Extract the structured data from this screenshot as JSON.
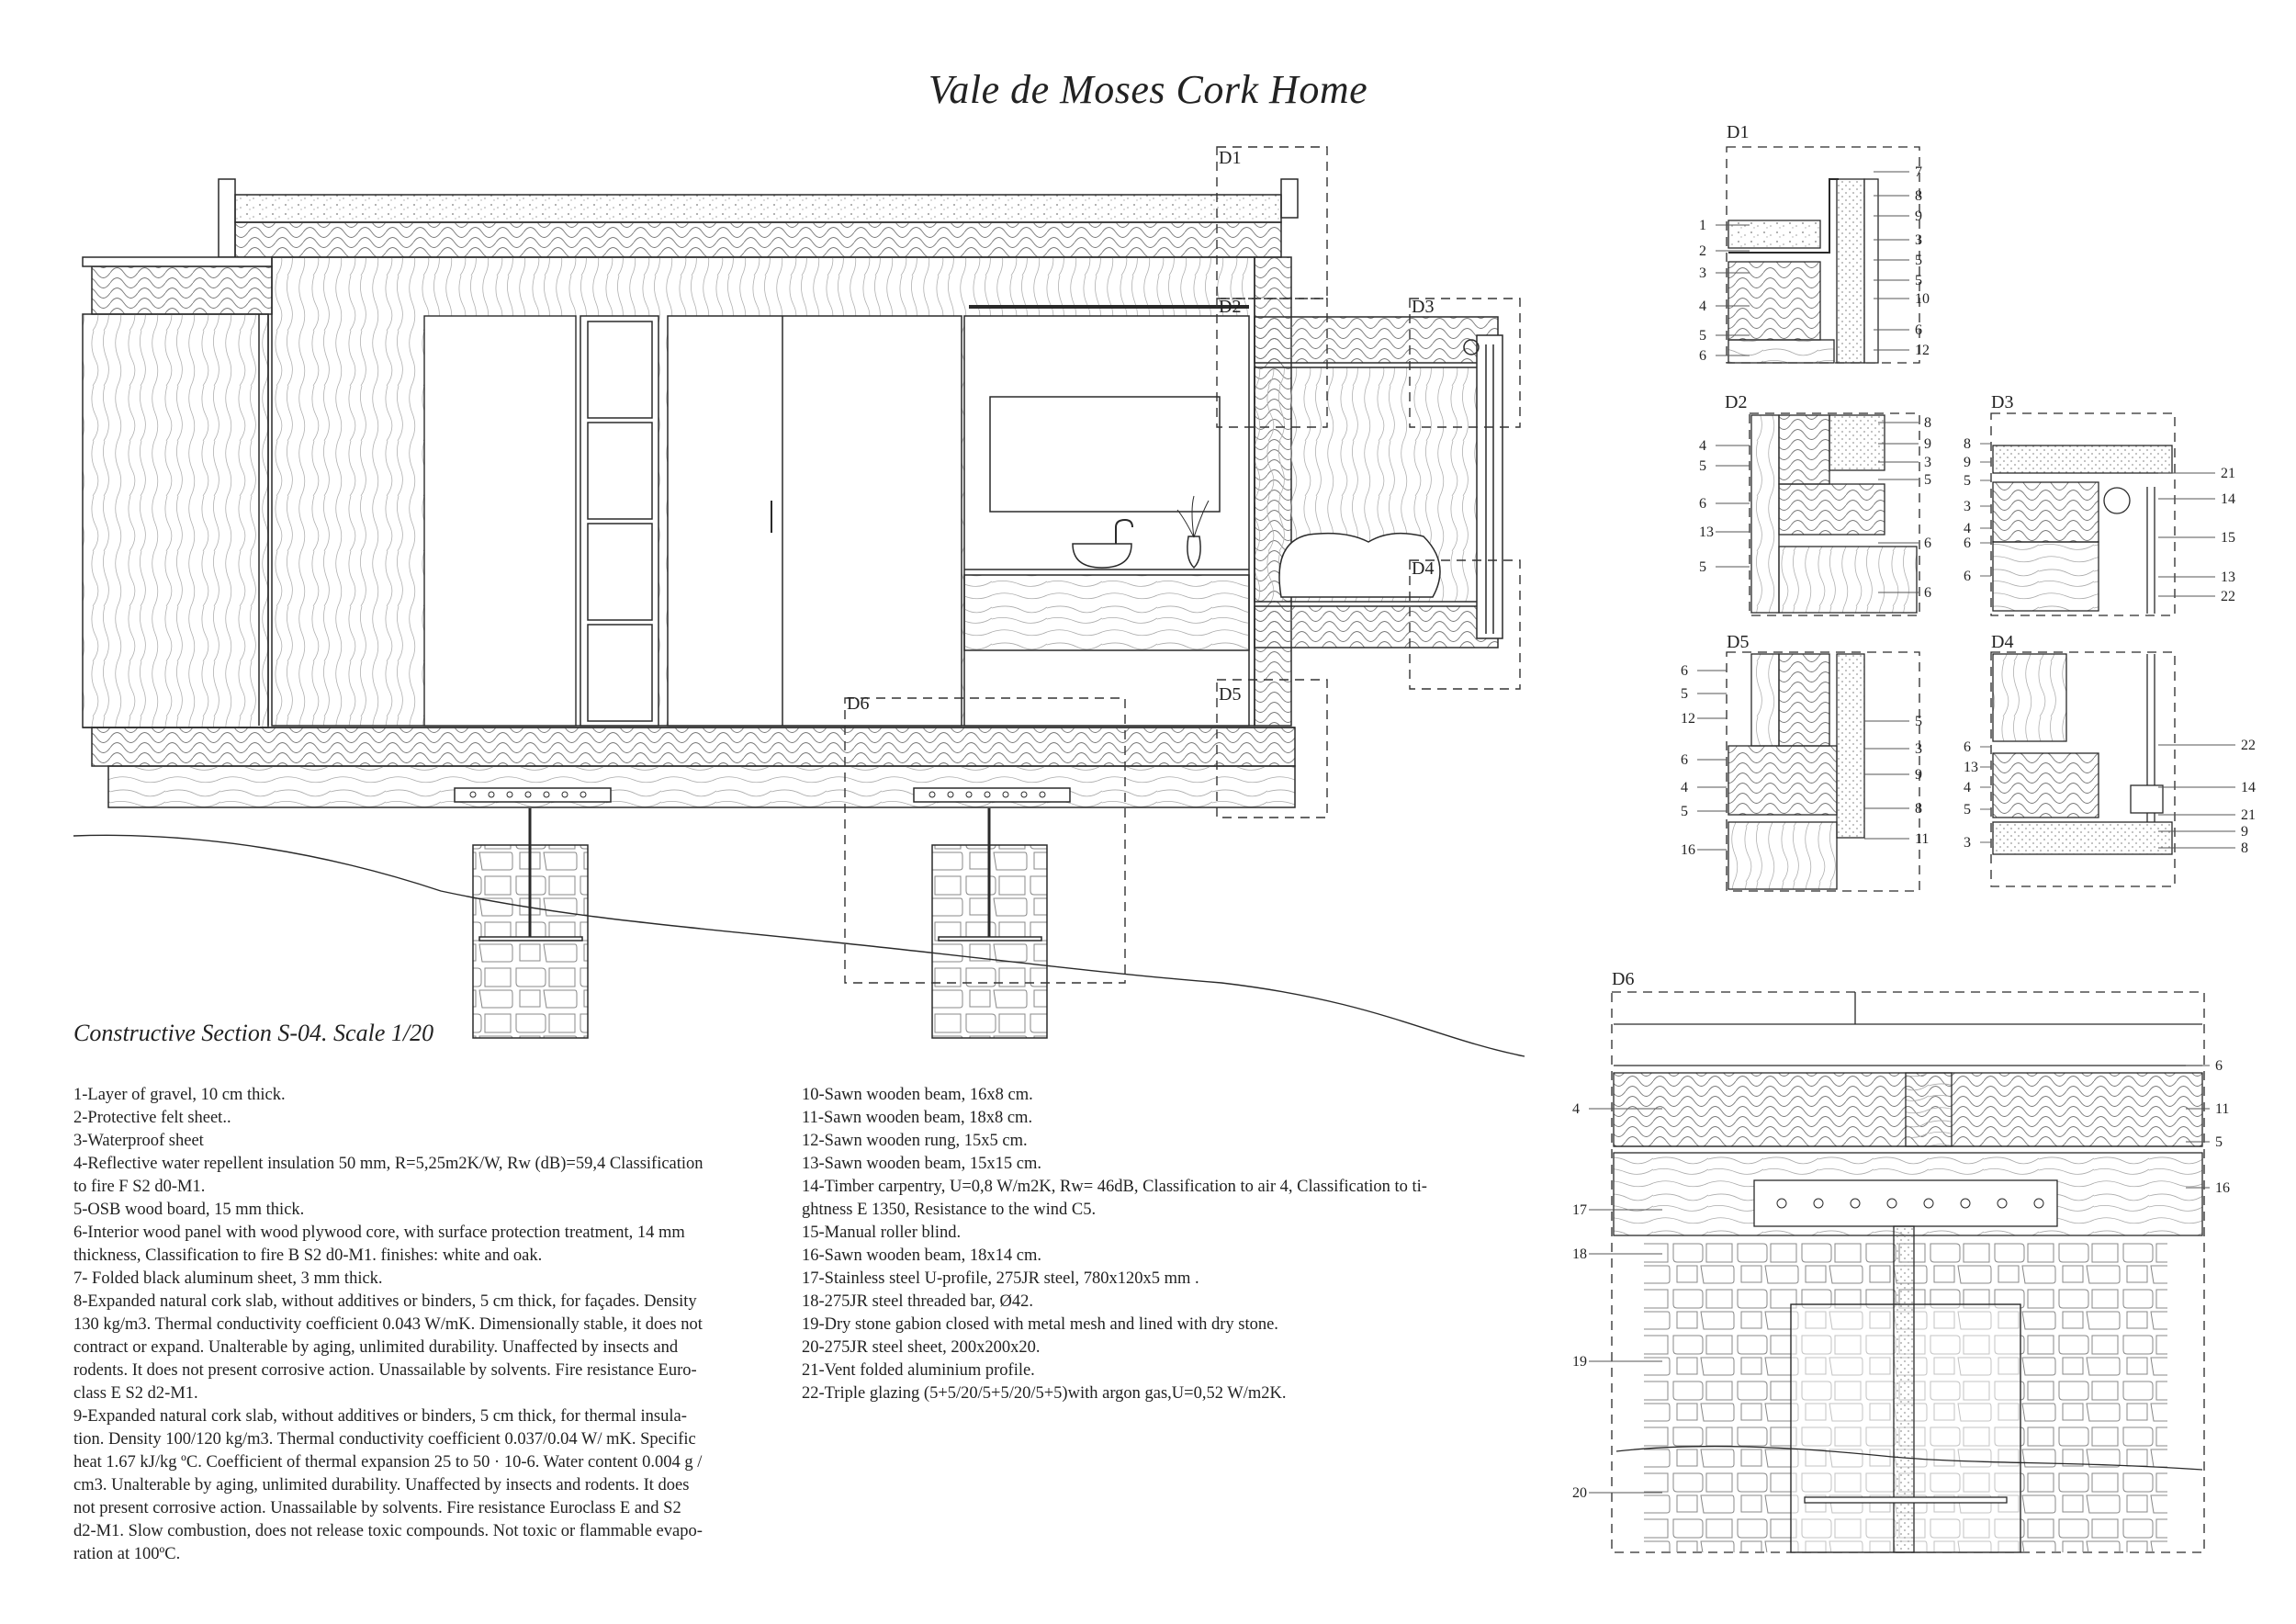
{
  "title": "Vale de Moses Cork Home",
  "caption": "Constructive Section S-04. Scale 1/20",
  "detail_labels": {
    "d1": "D1",
    "d2": "D2",
    "d3": "D3",
    "d4": "D4",
    "d5": "D5",
    "d6": "D6"
  },
  "legend_left": [
    "1-Layer of gravel, 10 cm thick.",
    "2-Protective felt sheet..",
    "3-Waterproof sheet",
    "4-Reflective water repellent insulation 50 mm, R=5,25m2K/W, Rw (dB)=59,4 Classification",
    "to fire F S2 d0-M1.",
    "5-OSB wood board, 15 mm thick.",
    "6-Interior wood panel with wood plywood core, with surface protection treatment, 14 mm",
    "thickness, Classification to fire B S2 d0-M1. finishes: white and oak.",
    "7- Folded black aluminum sheet, 3 mm thick.",
    "8-Expanded natural cork slab, without additives or binders, 5 cm thick, for façades. Density",
    "130 kg/m3. Thermal conductivity coefficient 0.043 W/mK. Dimensionally stable, it does not",
    "contract or expand. Unalterable by aging, unlimited durability. Unaffected by insects and",
    "rodents. It does not present corrosive action. Unassailable by solvents. Fire resistance Euro-",
    "class E S2 d2-M1.",
    "9-Expanded natural cork slab, without additives or binders, 5 cm thick, for thermal insula-",
    "tion. Density 100/120 kg/m3. Thermal conductivity coefficient 0.037/0.04 W/ mK. Specific",
    "heat 1.67 kJ/kg ºC. Coefficient of thermal expansion 25 to 50 · 10-6. Water content 0.004 g /",
    "cm3. Unalterable by aging, unlimited durability. Unaffected by insects and rodents. It does",
    "not present corrosive action. Unassailable by solvents. Fire resistance Euroclass E and S2",
    "d2-M1. Slow combustion, does not release toxic compounds. Not toxic or flammable evapo-",
    "ration at 100ºC."
  ],
  "legend_right": [
    "10-Sawn wooden beam, 16x8 cm.",
    "11-Sawn wooden beam, 18x8 cm.",
    "12-Sawn wooden rung, 15x5 cm.",
    "13-Sawn wooden beam, 15x15 cm.",
    "14-Timber carpentry, U=0,8 W/m2K, Rw= 46dB, Classification to air 4, Classification to ti-",
    "ghtness E 1350, Resistance to the wind C5.",
    "15-Manual roller blind.",
    "16-Sawn wooden beam, 18x14 cm.",
    "17-Stainless steel U-profile, 275JR steel, 780x120x5 mm .",
    "18-275JR steel threaded bar, Ø42.",
    "19-Dry stone gabion closed with metal mesh and lined with dry stone.",
    "20-275JR steel sheet, 200x200x20.",
    "21-Vent folded aluminium profile.",
    "22-Triple glazing (5+5/20/5+5/20/5+5)with argon gas,U=0,52 W/m2K."
  ],
  "callouts": {
    "d1_left": [
      "1",
      "2",
      "3",
      "4",
      "5",
      "6"
    ],
    "d1_right": [
      "7",
      "8",
      "9",
      "3",
      "5",
      "5",
      "10",
      "6",
      "12"
    ],
    "d2_left": [
      "4",
      "5",
      "6",
      "13",
      "5"
    ],
    "d2_right": [
      "8",
      "9",
      "3",
      "5",
      "6",
      "6"
    ],
    "d3_left": [
      "8",
      "9",
      "5",
      "3",
      "4",
      "6",
      "6"
    ],
    "d3_right": [
      "21",
      "14",
      "15",
      "13",
      "22"
    ],
    "d5_left": [
      "6",
      "5",
      "12",
      "6",
      "4",
      "5",
      "16"
    ],
    "d5_right": [
      "5",
      "3",
      "9",
      "8",
      "11"
    ],
    "d4_left": [
      "6",
      "13",
      "4",
      "5",
      "3"
    ],
    "d4_right": [
      "22",
      "14",
      "21",
      "9",
      "8"
    ],
    "d6_left": [
      "4",
      "17",
      "18",
      "19",
      "20"
    ],
    "d6_right": [
      "6",
      "11",
      "5",
      "16"
    ]
  },
  "colors": {
    "line": "#2a2a2a",
    "hatch": "#8a8a8a",
    "fill_light": "#f2f2f2",
    "ground": "#bdbdbd"
  }
}
